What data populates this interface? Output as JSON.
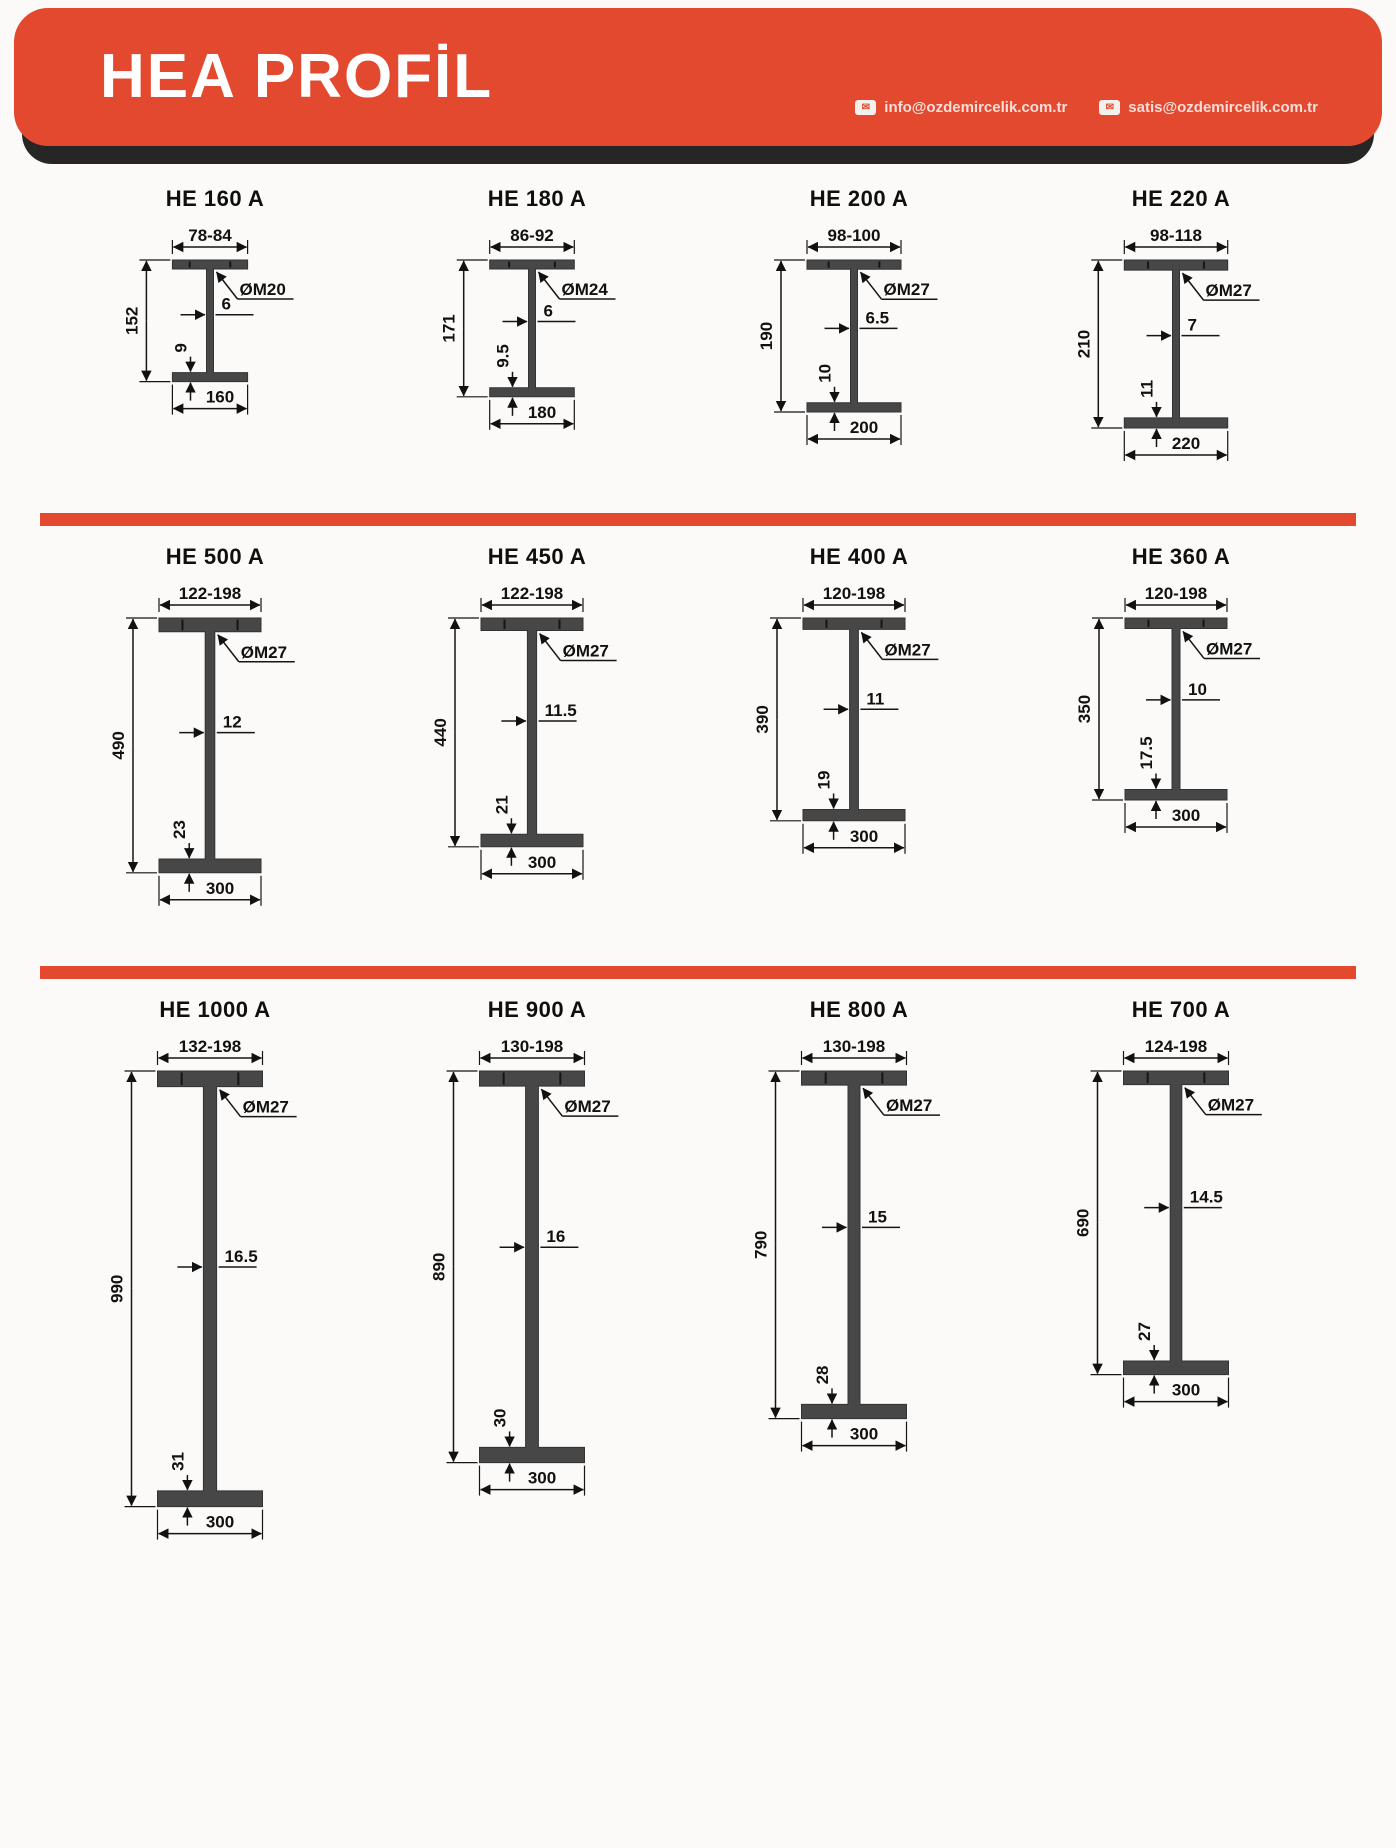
{
  "header": {
    "title": "HEA PROFİL",
    "emails": [
      {
        "icon": "envelope-icon",
        "address": "info@ozdemircelik.com.tr"
      },
      {
        "icon": "envelope-icon",
        "address": "satis@ozdemircelik.com.tr"
      }
    ]
  },
  "colors": {
    "banner_red": "#e2492f",
    "banner_stripe_dark": "#262626",
    "separator_red": "#e2492f",
    "beam_gray": "#474747",
    "dim_text": "#111111"
  },
  "rows": [
    {
      "profiles": [
        {
          "name": "HE 160 A",
          "top_width": "78-84",
          "bolt": "ØM20",
          "web_thickness": "6",
          "height": "152",
          "flange_thickness": "9",
          "bottom_width": "160"
        },
        {
          "name": "HE 180 A",
          "top_width": "86-92",
          "bolt": "ØM24",
          "web_thickness": "6",
          "height": "171",
          "flange_thickness": "9.5",
          "bottom_width": "180"
        },
        {
          "name": "HE 200 A",
          "top_width": "98-100",
          "bolt": "ØM27",
          "web_thickness": "6.5",
          "height": "190",
          "flange_thickness": "10",
          "bottom_width": "200"
        },
        {
          "name": "HE 220 A",
          "top_width": "98-118",
          "bolt": "ØM27",
          "web_thickness": "7",
          "height": "210",
          "flange_thickness": "11",
          "bottom_width": "220"
        }
      ]
    },
    {
      "profiles": [
        {
          "name": "HE 500 A",
          "top_width": "122-198",
          "bolt": "ØM27",
          "web_thickness": "12",
          "height": "490",
          "flange_thickness": "23",
          "bottom_width": "300"
        },
        {
          "name": "HE 450 A",
          "top_width": "122-198",
          "bolt": "ØM27",
          "web_thickness": "11.5",
          "height": "440",
          "flange_thickness": "21",
          "bottom_width": "300"
        },
        {
          "name": "HE 400 A",
          "top_width": "120-198",
          "bolt": "ØM27",
          "web_thickness": "11",
          "height": "390",
          "flange_thickness": "19",
          "bottom_width": "300"
        },
        {
          "name": "HE 360 A",
          "top_width": "120-198",
          "bolt": "ØM27",
          "web_thickness": "10",
          "height": "350",
          "flange_thickness": "17.5",
          "bottom_width": "300"
        }
      ]
    },
    {
      "profiles": [
        {
          "name": "HE 1000 A",
          "top_width": "132-198",
          "bolt": "ØM27",
          "web_thickness": "16.5",
          "height": "990",
          "flange_thickness": "31",
          "bottom_width": "300"
        },
        {
          "name": "HE 900 A",
          "top_width": "130-198",
          "bolt": "ØM27",
          "web_thickness": "16",
          "height": "890",
          "flange_thickness": "30",
          "bottom_width": "300"
        },
        {
          "name": "HE 800 A",
          "top_width": "130-198",
          "bolt": "ØM27",
          "web_thickness": "15",
          "height": "790",
          "flange_thickness": "28",
          "bottom_width": "300"
        },
        {
          "name": "HE 700 A",
          "top_width": "124-198",
          "bolt": "ØM27",
          "web_thickness": "14.5",
          "height": "690",
          "flange_thickness": "27",
          "bottom_width": "300"
        }
      ]
    }
  ]
}
